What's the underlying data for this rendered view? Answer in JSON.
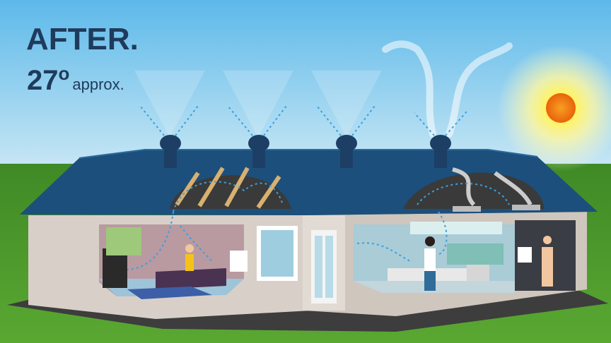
{
  "headline": "AFTER.",
  "temperature": {
    "value": "27",
    "degree_symbol": "o",
    "qualifier": "approx."
  },
  "colors": {
    "sky_top": "#5db9ea",
    "sky_bottom": "#c6e6f4",
    "grass": "#4d9b2c",
    "roof": "#1c4f7c",
    "text": "#1f3b5b",
    "sun": "#f27a10",
    "arrows": "#3aa0e0"
  },
  "vent_count": 4
}
